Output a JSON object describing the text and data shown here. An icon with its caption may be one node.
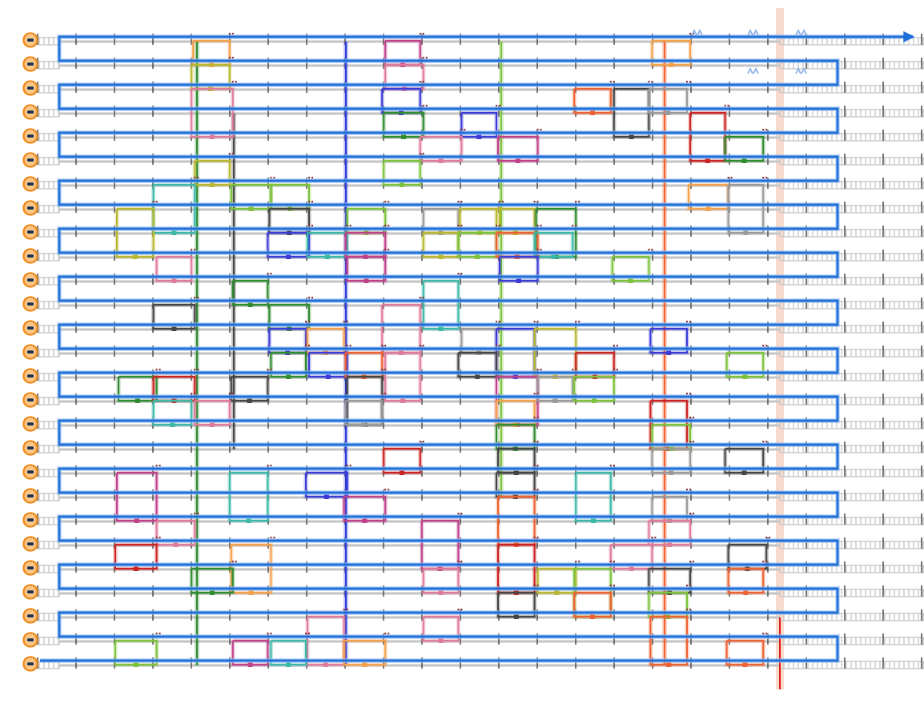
{
  "diagram": {
    "nodes": [
      {
        "text": [],
        "shape": "circle"
      },
      {
        "text": [],
        "shape": "circle"
      },
      {
        "text": [],
        "shape": "circle"
      },
      {
        "text": [],
        "shape": "circle"
      },
      {
        "text": [],
        "shape": "circle"
      },
      {
        "text": [],
        "shape": "circle"
      },
      {
        "text": [],
        "shape": "circle"
      },
      {
        "text": [],
        "shape": "circle"
      },
      {
        "text": [],
        "shape": "circle"
      },
      {
        "text": [],
        "shape": "circle"
      },
      {
        "text": [],
        "shape": "circle"
      },
      {
        "text": [],
        "shape": "circle"
      },
      {
        "text": [],
        "shape": "circle"
      },
      {
        "text": [],
        "shape": "circle"
      },
      {
        "text": [],
        "shape": "circle"
      },
      {
        "text": [],
        "shape": "circle"
      },
      {
        "text": [],
        "shape": "circle"
      },
      {
        "text": [],
        "shape": "circle"
      },
      {
        "text": [],
        "shape": "circle"
      },
      {
        "text": [],
        "shape": "circle"
      },
      {
        "text": [],
        "shape": "circle"
      },
      {
        "text": [],
        "shape": "circle"
      },
      {
        "text": [],
        "shape": "circle"
      },
      {
        "text": [],
        "shape": "circle"
      },
      {
        "text": [],
        "shape": "circle"
      },
      {
        "text": [],
        "shape": "circle"
      },
      {
        "text": [],
        "shape": "circle"
      }
    ]
  }
}
